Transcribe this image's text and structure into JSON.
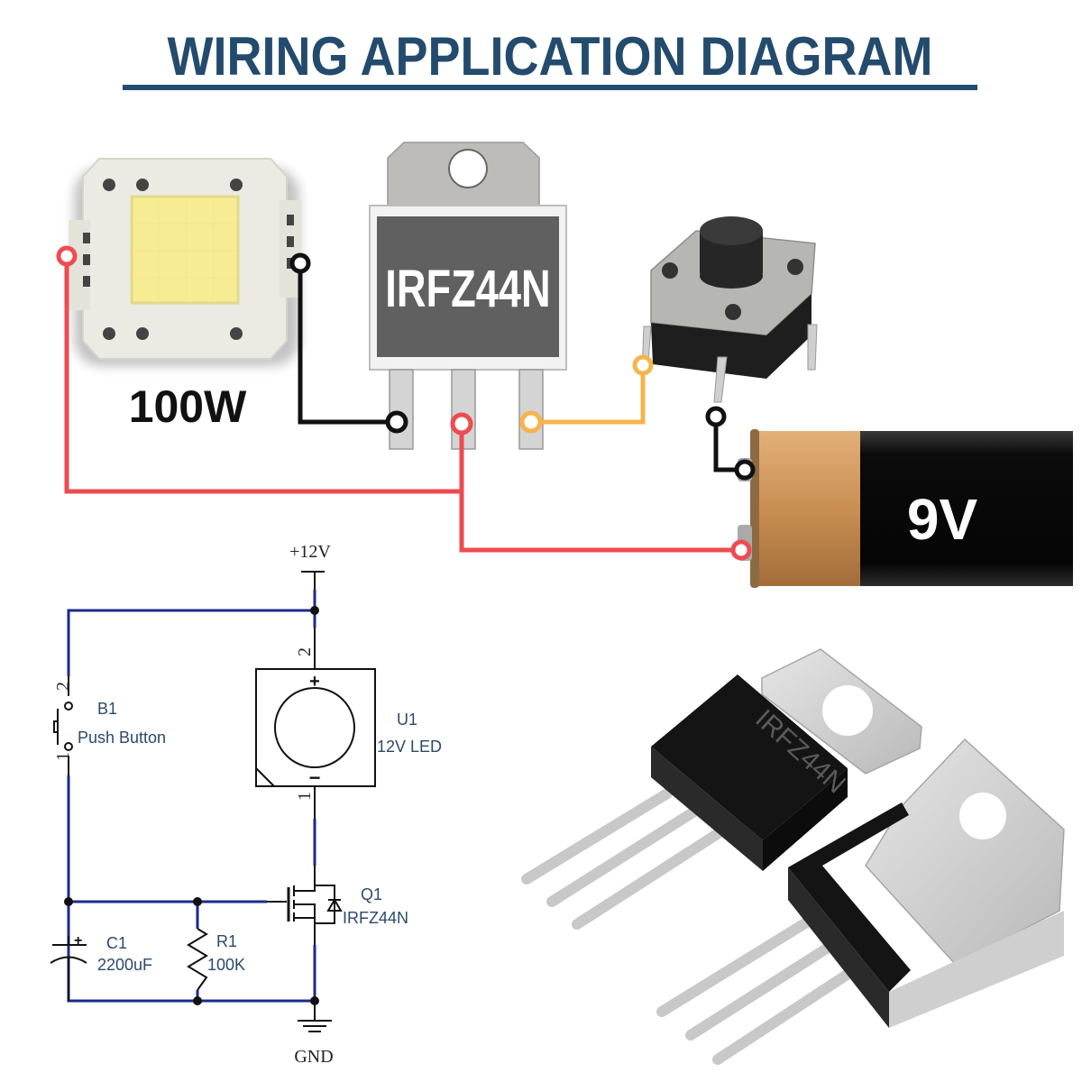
{
  "title": "WIRING APPLICATION DIAGRAM",
  "colors": {
    "title": "#234b6e",
    "wire_red": "#ee4b50",
    "wire_black": "#111111",
    "wire_orange": "#f6b54c",
    "schematic_wire": "#1a2b8c"
  },
  "wiring": {
    "led_label": "100W",
    "mosfet_label": "IRFZ44N",
    "battery_label": "9V"
  },
  "schematic": {
    "supply_label": "+12V",
    "ground_label": "GND",
    "button": {
      "ref": "B1",
      "name": "Push Button",
      "pin_top": "2",
      "pin_bottom": "1"
    },
    "led": {
      "ref": "U1",
      "name": "12V LED",
      "pin_top": "2",
      "pin_bottom": "1",
      "plus": "+",
      "minus": "−"
    },
    "mosfet": {
      "ref": "Q1",
      "name": "IRFZ44N"
    },
    "capacitor": {
      "ref": "C1",
      "value": "2200uF",
      "plus": "+"
    },
    "resistor": {
      "ref": "R1",
      "value": "100K"
    }
  },
  "photo": {
    "marking": "IRFZ44N"
  }
}
